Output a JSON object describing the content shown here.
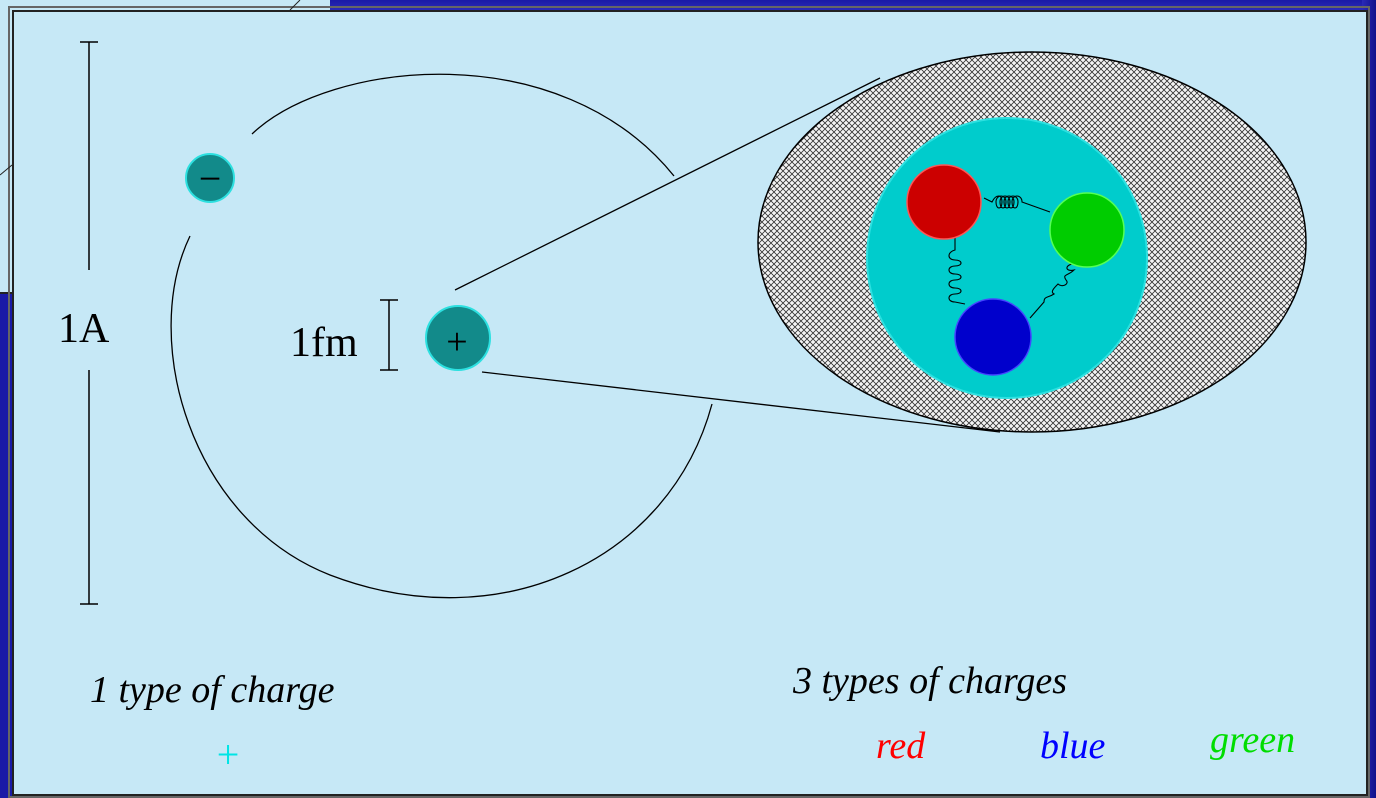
{
  "labels": {
    "atom_size": "1A",
    "nucleus_size": "1fm",
    "electron_sign": "−",
    "nucleus_sign": "+",
    "left_caption": "1 type  of  charge",
    "left_charge_symbol": "+",
    "right_caption": "3 types  of  charges",
    "color_red": "red",
    "color_blue": "blue",
    "color_green": "green"
  },
  "colors": {
    "panel_bg": "#c6e8f6",
    "slide_bg": "#1a1aa6",
    "particle_teal": "#128a8a",
    "particle_edge": "#2de0e0",
    "proton_fill": "#00cccc",
    "quark_red": "#cc0000",
    "quark_green": "#00cc00",
    "quark_blue": "#0000cc",
    "caption_cyan": "#00e5e5"
  },
  "icons": {
    "electron": "minus-circle-icon",
    "nucleus": "plus-circle-icon",
    "gluon": "spring-coil-icon"
  }
}
